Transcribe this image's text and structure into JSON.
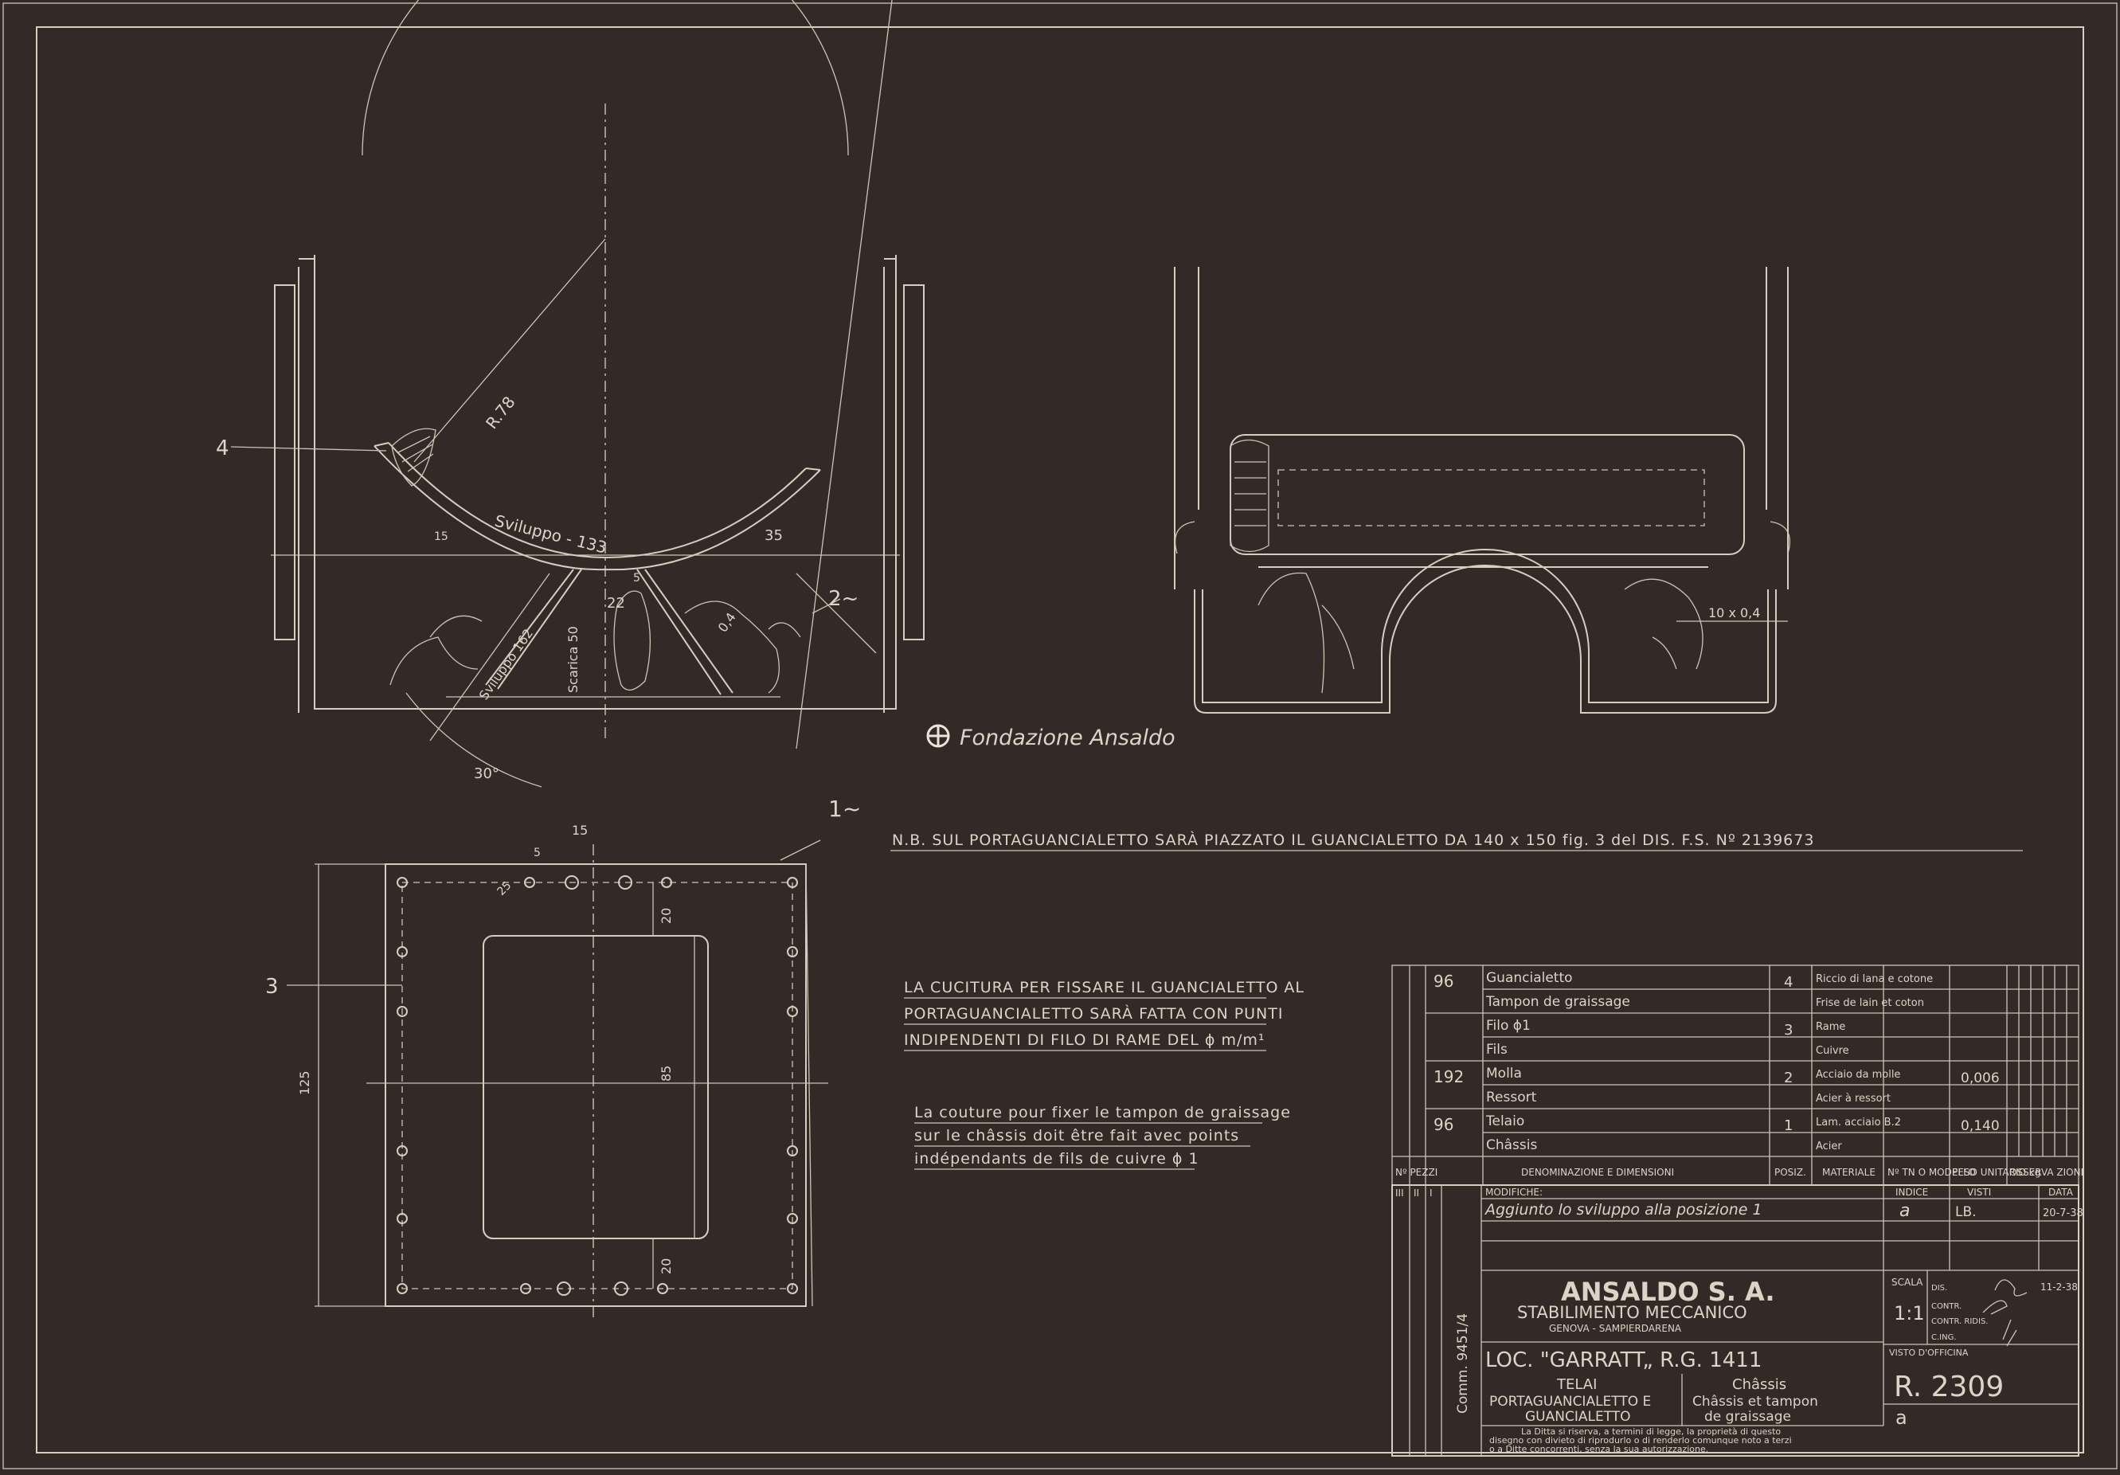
{
  "watermark": "Fondazione Ansaldo",
  "callouts": {
    "c1": "1~",
    "c2": "2~",
    "c3": "3",
    "c4": "4"
  },
  "dims": {
    "r78": "R.78",
    "sviluppo133": "Sviluppo - 133",
    "d35": "35",
    "d15": "15",
    "d5": "5",
    "d22": "22",
    "scarica": "Scarica 50",
    "sviluppo162": "Sviluppo 162",
    "d04": "0,4",
    "angle": "30°",
    "d10x04": "10 x 0,4",
    "p15": "15",
    "p5": "5",
    "p25": "25",
    "p20a": "20",
    "p85": "85",
    "p125": "125",
    "p20b": "20"
  },
  "notes": {
    "nb": "N.B.  SUL  PORTAGUANCIALETTO   SARÀ  PIAZZATO   IL  GUANCIALETTO     DA    140 x 150   fig.   3   del  DIS. F.S.  Nº  2139673",
    "it1": "LA CUCITURA PER FISSARE IL GUANCIALETTO AL",
    "it2": "PORTAGUANCIALETTO  SARÀ  FATTA CON PUNTI",
    "it3": "INDIPENDENTI DI FILO DI RAME DEL ϕ m/m¹",
    "fr1": "La couture pour fixer  le tampon de graissage",
    "fr2": "sur le châssis doit  être fait avec points",
    "fr3": "indépendants  de fils de cuivre  ϕ 1"
  },
  "bom": {
    "rows": [
      {
        "pezzi": "96",
        "name": "Guancialetto",
        "pos": "4",
        "mat": "Riccio di lana e cotone",
        "peso": ""
      },
      {
        "pezzi": "",
        "name": "Tampon de graissage",
        "pos": "",
        "mat": "Frise de lain et coton",
        "peso": ""
      },
      {
        "pezzi": "",
        "name": "Filo ϕ1",
        "pos": "3",
        "mat": "Rame",
        "peso": ""
      },
      {
        "pezzi": "",
        "name": "Fils",
        "pos": "",
        "mat": "Cuivre",
        "peso": ""
      },
      {
        "pezzi": "192",
        "name": "Molla",
        "pos": "2",
        "mat": "Acciaio da molle",
        "peso": "0,006"
      },
      {
        "pezzi": "",
        "name": "Ressort",
        "pos": "",
        "mat": "Acier à ressort",
        "peso": ""
      },
      {
        "pezzi": "96",
        "name": "Telaio",
        "pos": "1",
        "mat": "Lam. acciaio B.2",
        "peso": "0,140"
      },
      {
        "pezzi": "",
        "name": "Châssis",
        "pos": "",
        "mat": "Acier",
        "peso": ""
      }
    ],
    "headers": {
      "pezzi": "Nº PEZZI",
      "denom": "DENOMINAZIONE  E  DIMENSIONI",
      "pos": "POSIZ.",
      "mat": "MATERIALE",
      "model": "Nº TN O MODELLO",
      "peso": "PESO UNITARIO kg",
      "oss": "OSSERVA ZIONI"
    }
  },
  "titleblock": {
    "modifiche_label": "MODIFICHE:",
    "modifiche_text": "Aggiunto lo sviluppo alla posizione 1",
    "indice_label": "INDICE",
    "visti_label": "VISTI",
    "data_label": "DATA",
    "mod_indice": "a",
    "mod_visti": "LB.",
    "mod_data": "20-7-38",
    "company": "ANSALDO S. A.",
    "plant": "STABILIMENTO   MECCANICO",
    "city": "GENOVA - SAMPIERDARENA",
    "comm": "Comm. 9451/4",
    "loco": "LOC. \"GARRATT„  R.G. 1411",
    "it_title1": "TELAI",
    "it_title2": "PORTAGUANCIALETTO  E",
    "it_title3": "GUANCIALETTO",
    "fr_title1": "Châssis",
    "fr_title2": "Châssis et tampon",
    "fr_title3": "de graissage",
    "scala_label": "SCALA",
    "scala": "1:1",
    "dis_label": "DIS.",
    "contr_label": "CONTR.",
    "contr_ridis_label": "CONTR. RIDIS.",
    "cing_label": "C.ING.",
    "dis_date": "11-2-38",
    "visto_label": "VISTO D'OFFICINA",
    "drawing_no": "R.  2309",
    "index_letter": "a",
    "disclaimer1": "La Ditta si riserva, a termini di legge, la proprietà di questo",
    "disclaimer2": "disegno con divieto di riprodurlo o di renderlo comunque noto a terzi",
    "disclaimer3": "o a Ditte concorrenti, senza la sua autorizzazione."
  },
  "tb_nums": {
    "n3": "III",
    "n2": "II",
    "n1": "I"
  }
}
